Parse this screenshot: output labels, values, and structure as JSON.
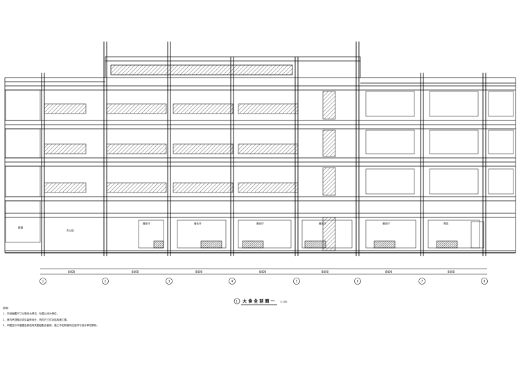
{
  "drawing": {
    "title_number": "1",
    "title": "大 食 全 剖 面 一",
    "scale": "1:100",
    "axes": [
      "1",
      "2",
      "3",
      "4",
      "5",
      "6",
      "7",
      "8"
    ],
    "dim_labels": [
      "8400",
      "8400",
      "8400",
      "8400",
      "8400",
      "8400",
      "8400"
    ],
    "room_labels": [
      "办公区",
      "营业厅",
      "营业厅",
      "营业厅",
      "营业厅",
      "营业厅",
      "商店"
    ],
    "side_label": "楼梯",
    "colors": {
      "line": "#000000",
      "hatch": "#000000",
      "bg": "#ffffff"
    }
  },
  "notes": {
    "heading": "说明：",
    "items": [
      "1、本剖面图尺寸以毫米为单位，标高以米为单位。",
      "2、室内吊顶做法详见装修设计，构件尺寸详见结构施工图。",
      "3、本图应与平面图及其他有关图纸配合使用，施工中如有疑问应及时与设计单位联系。"
    ]
  }
}
